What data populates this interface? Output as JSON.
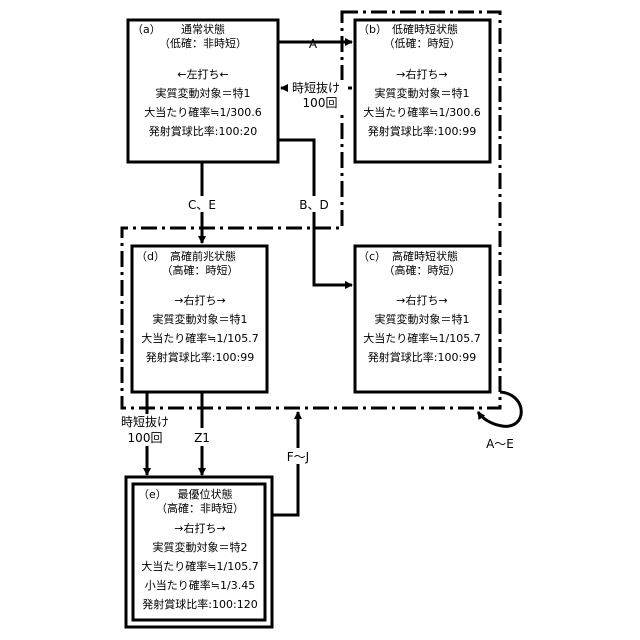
{
  "states": {
    "a": {
      "id": "（a）",
      "name": "通常状態",
      "sub": "（低確：非時短）",
      "lines": [
        "←左打ち←",
        "実質変動対象＝特1",
        "大当たり確率≒1/300.6",
        "発射賞球比率:100:20"
      ]
    },
    "b": {
      "id": "（b）",
      "name": "低確時短状態",
      "sub": "（低確：時短）",
      "lines": [
        "→右打ち→",
        "実質変動対象＝特1",
        "大当たり確率≒1/300.6",
        "発射賞球比率:100:99"
      ]
    },
    "c": {
      "id": "（c）",
      "name": "高確時短状態",
      "sub": "（高確：時短）",
      "lines": [
        "→右打ち→",
        "実質変動対象＝特1",
        "大当たり確率≒1/105.7",
        "発射賞球比率:100:99"
      ]
    },
    "d": {
      "id": "（d）",
      "name": "高確前兆状態",
      "sub": "（高確：時短）",
      "lines": [
        "→右打ち→",
        "実質変動対象＝特1",
        "大当たり確率≒1/105.7",
        "発射賞球比率:100:99"
      ]
    },
    "e": {
      "id": "（e）",
      "name": "最優位状態",
      "sub": "（高確：非時短）",
      "lines": [
        "→右打ち→",
        "実質変動対象＝特2",
        "大当たり確率≒1/105.7",
        "小当たり確率≒1/3.45",
        "発射賞球比率:100:120"
      ]
    }
  },
  "edges": {
    "a_to_b": "A",
    "b_to_a_line1": "時短抜け",
    "b_to_a_line2": "100回",
    "a_to_d": "C、E",
    "a_to_c": "B、D",
    "d_to_e_left_line1": "時短抜け",
    "d_to_e_left_line2": "100回",
    "d_to_e_right": "Z1",
    "e_to_group": "F～J",
    "group_self": "A～E"
  }
}
